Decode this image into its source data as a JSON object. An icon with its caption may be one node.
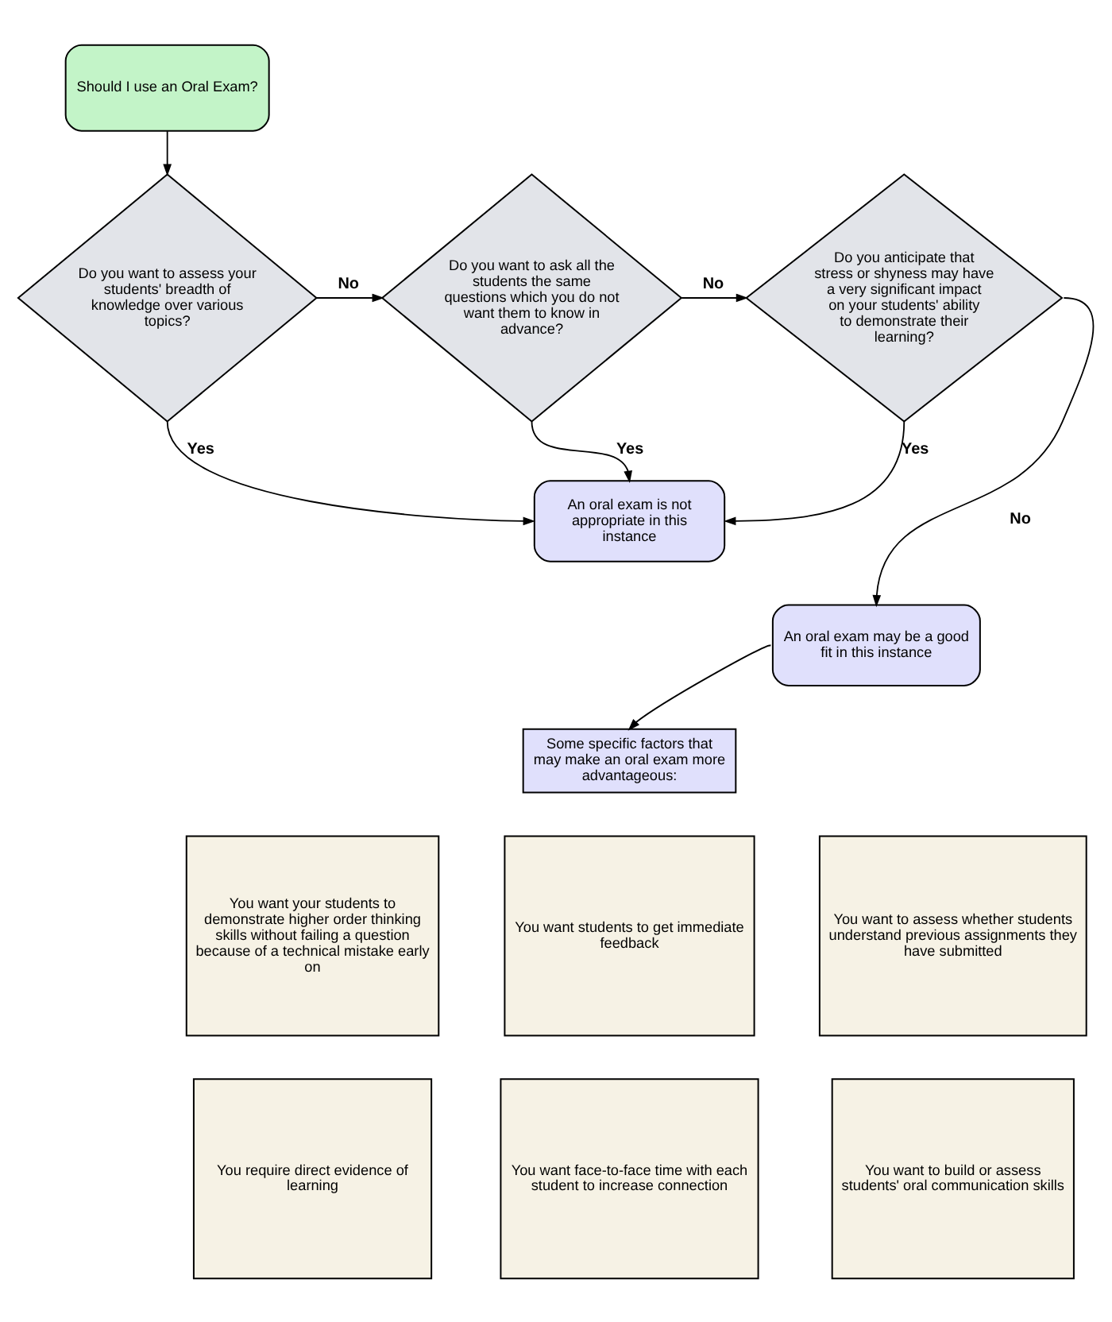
{
  "diagram": {
    "nodes": [
      {
        "text": [
          "Should I use an Oral Exam?"
        ]
      },
      {
        "text": [
          "Do you want to assess your students' breadth of knowledge over various topics?"
        ]
      },
      {
        "text": [
          "Do you want to ask all the students the same questions which you do not want them to know in advance?"
        ]
      },
      {
        "text": [
          "Do you anticipate that stress or shyness may have a very significant impact on your students' ability to demonstrate their learning?"
        ]
      },
      {
        "text": [
          "An oral exam is not appropriate in this instance"
        ]
      },
      {
        "text": [
          "An oral exam may be a good fit in this instance"
        ]
      },
      {
        "text": [
          "Some specific factors that may make an oral exam more advantageous:"
        ]
      },
      {
        "text": [
          "You want your students to demonstrate higher order thinking skills without failing a question because of a technical mistake early on"
        ]
      },
      {
        "text": [
          "You want students to get immediate feedback"
        ]
      },
      {
        "text": [
          "You want to assess whether students understand previous assignments they have submitted"
        ]
      },
      {
        "text": [
          "You require direct evidence of learning"
        ]
      },
      {
        "text": [
          "You want face-to-face time with each student to increase connection"
        ]
      },
      {
        "text": [
          "You want to build or assess students' oral communication skills"
        ]
      }
    ],
    "edges": [
      {
        "from": 0,
        "to": 1,
        "arrow": "to"
      },
      {
        "from": 1,
        "to": 2,
        "label": "No",
        "arrow": "to"
      },
      {
        "from": 2,
        "to": 3,
        "label": "No",
        "arrow": "to"
      },
      {
        "from": 1,
        "to": 4,
        "label": "Yes",
        "arrow": "to"
      },
      {
        "from": 2,
        "to": 4,
        "label": "Yes",
        "arrow": "to"
      },
      {
        "from": 3,
        "to": 4,
        "label": "Yes",
        "arrow": "to"
      },
      {
        "from": 3,
        "to": 5,
        "label": "No",
        "arrow": "to"
      },
      {
        "from": 5,
        "to": 6,
        "arrow": "to"
      }
    ]
  }
}
